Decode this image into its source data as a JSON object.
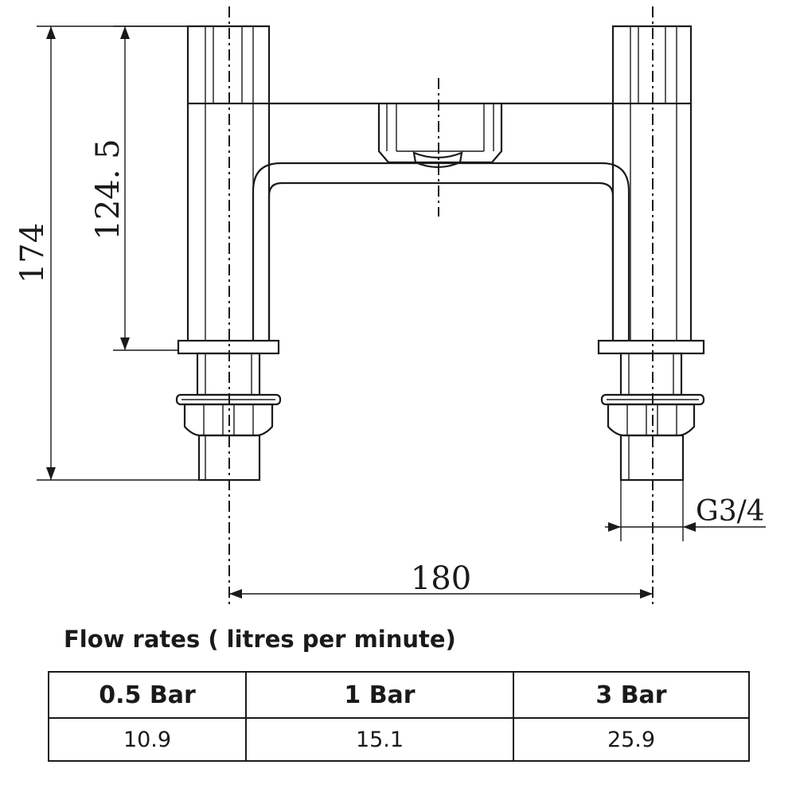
{
  "dimensions": {
    "overall_height": "174",
    "spout_height": "124. 5",
    "centres": "180",
    "thread": "G3/4"
  },
  "flow": {
    "title": "Flow rates ( litres per minute)",
    "headers": [
      "0.5 Bar",
      "1 Bar",
      "3 Bar"
    ],
    "values": [
      "10.9",
      "15.1",
      "25.9"
    ]
  }
}
